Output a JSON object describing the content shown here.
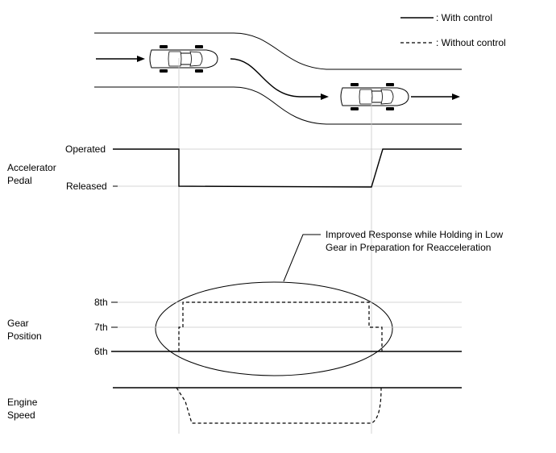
{
  "legend": {
    "with_control": ": With control",
    "without_control": ": Without control"
  },
  "accelerator": {
    "label_line1": "Accelerator",
    "label_line2": "Pedal",
    "operated": "Operated",
    "released": "Released"
  },
  "callout": {
    "line1": "Improved Response while Holding in Low",
    "line2": "Gear in Preparation for Reacceleration"
  },
  "gear": {
    "label_line1": "Gear",
    "label_line2": "Position",
    "levels": [
      "8th",
      "7th",
      "6th"
    ]
  },
  "engine": {
    "label_line1": "Engine",
    "label_line2": "Speed"
  },
  "icons": [
    "car-icon",
    "arrow-icon"
  ]
}
